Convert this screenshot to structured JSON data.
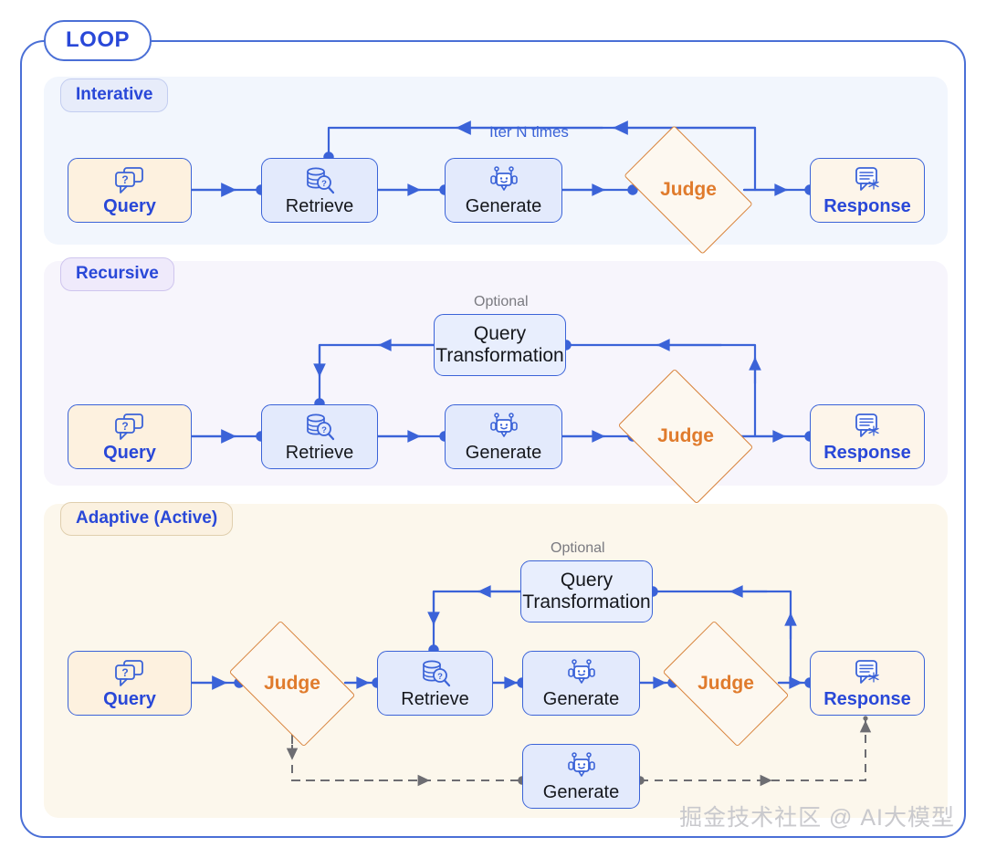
{
  "frame": {
    "badge": "LOOP"
  },
  "accent": {
    "blue": "#2948d8",
    "line_blue": "#3b63d8",
    "orange": "#e07b2c",
    "orange_border": "#d8823a",
    "gray_text": "#7a7a80"
  },
  "sections": [
    {
      "tag": "Interative",
      "panel_bg": "#f2f6fd",
      "nodes": [
        {
          "name": "query",
          "label": "Query",
          "icon": "question-chat-icon"
        },
        {
          "name": "retrieve",
          "label": "Retrieve",
          "icon": "database-search-icon"
        },
        {
          "name": "generate",
          "label": "Generate",
          "icon": "robot-icon"
        },
        {
          "name": "judge",
          "label": "Judge",
          "icon": "diamond-decision"
        },
        {
          "name": "response",
          "label": "Response",
          "icon": "chat-snowflake-icon"
        }
      ],
      "edge_labels": [
        "Iter N times"
      ]
    },
    {
      "tag": "Recursive",
      "panel_bg": "#f7f5fc",
      "nodes": [
        {
          "name": "query",
          "label": "Query",
          "icon": "question-chat-icon"
        },
        {
          "name": "retrieve",
          "label": "Retrieve",
          "icon": "database-search-icon"
        },
        {
          "name": "generate",
          "label": "Generate",
          "icon": "robot-icon"
        },
        {
          "name": "judge",
          "label": "Judge",
          "icon": "diamond-decision"
        },
        {
          "name": "response",
          "label": "Response",
          "icon": "chat-snowflake-icon"
        },
        {
          "name": "query-transformation",
          "label_line1": "Query",
          "label_line2": "Transformation",
          "icon": "none"
        }
      ],
      "edge_labels": [
        "Optional"
      ]
    },
    {
      "tag": "Adaptive (Active)",
      "panel_bg": "#fcf7ec",
      "nodes": [
        {
          "name": "query",
          "label": "Query",
          "icon": "question-chat-icon"
        },
        {
          "name": "judge-1",
          "label": "Judge",
          "icon": "diamond-decision"
        },
        {
          "name": "retrieve",
          "label": "Retrieve",
          "icon": "database-search-icon"
        },
        {
          "name": "generate-1",
          "label": "Generate",
          "icon": "robot-icon"
        },
        {
          "name": "judge-2",
          "label": "Judge",
          "icon": "diamond-decision"
        },
        {
          "name": "response",
          "label": "Response",
          "icon": "chat-snowflake-icon"
        },
        {
          "name": "query-transformation",
          "label_line1": "Query",
          "label_line2": "Transformation",
          "icon": "none"
        },
        {
          "name": "generate-2",
          "label": "Generate",
          "icon": "robot-icon"
        }
      ],
      "edge_labels": [
        "Optional"
      ]
    }
  ],
  "watermark": "掘金技术社区 @ AI大模型"
}
